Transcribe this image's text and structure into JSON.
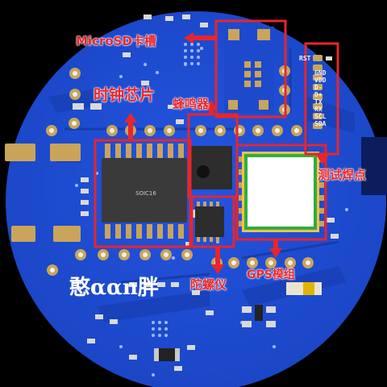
{
  "labels": {
    "microsd": "MicroSD卡槽",
    "rtc": "时钟芯片",
    "buzzer": "蜂鸣器",
    "test_points": "测试焊点",
    "gyro": "陀螺仪",
    "gps": "GPS模组"
  },
  "silkscreen": {
    "rst": "RST",
    "pins": [
      "GND",
      "VDD",
      "D-",
      "D+",
      "TX",
      "RX",
      "SCL",
      "SDA"
    ],
    "chip_package": "SOIC16"
  },
  "watermark": "憨ααn胖",
  "colors": {
    "board": "#1f4fd6",
    "annotation": "#e8252c",
    "pad": "#c9a45a",
    "silk": "#ffffff"
  }
}
